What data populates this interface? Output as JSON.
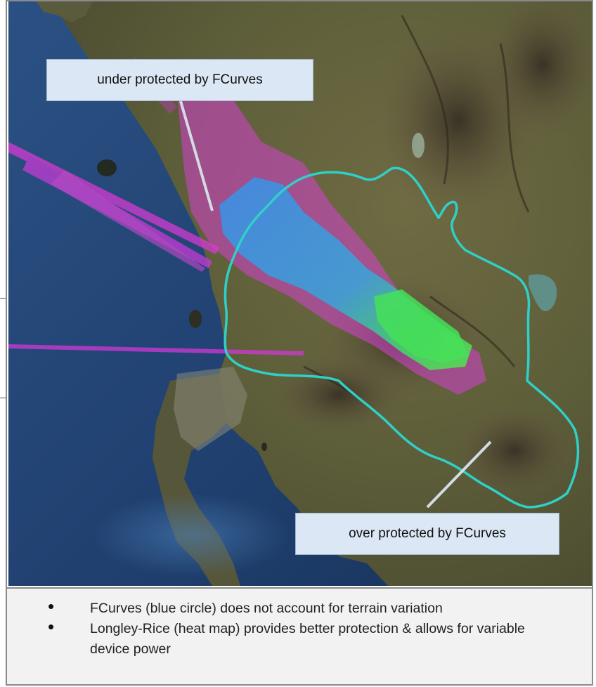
{
  "callouts": {
    "under": "under protected by FCurves",
    "over": "over protected by FCurves"
  },
  "legend": {
    "items": [
      "FCurves (blue circle) does not account for terrain variation",
      "Longley-Rice (heat map) provides better protection & allows for variable device power"
    ]
  },
  "colors": {
    "ocean": "#1f3f6e",
    "ocean_light": "#3f6a9c",
    "land": "#6b6a3e",
    "mountain": "#4d4230",
    "fcurves_contour": "#2fd0c8",
    "heatmap_magenta": "#e23ad8",
    "heatmap_blue": "#3b7fe6",
    "heatmap_green": "#3fe26a",
    "callout_bg": "#dbe7f4"
  }
}
